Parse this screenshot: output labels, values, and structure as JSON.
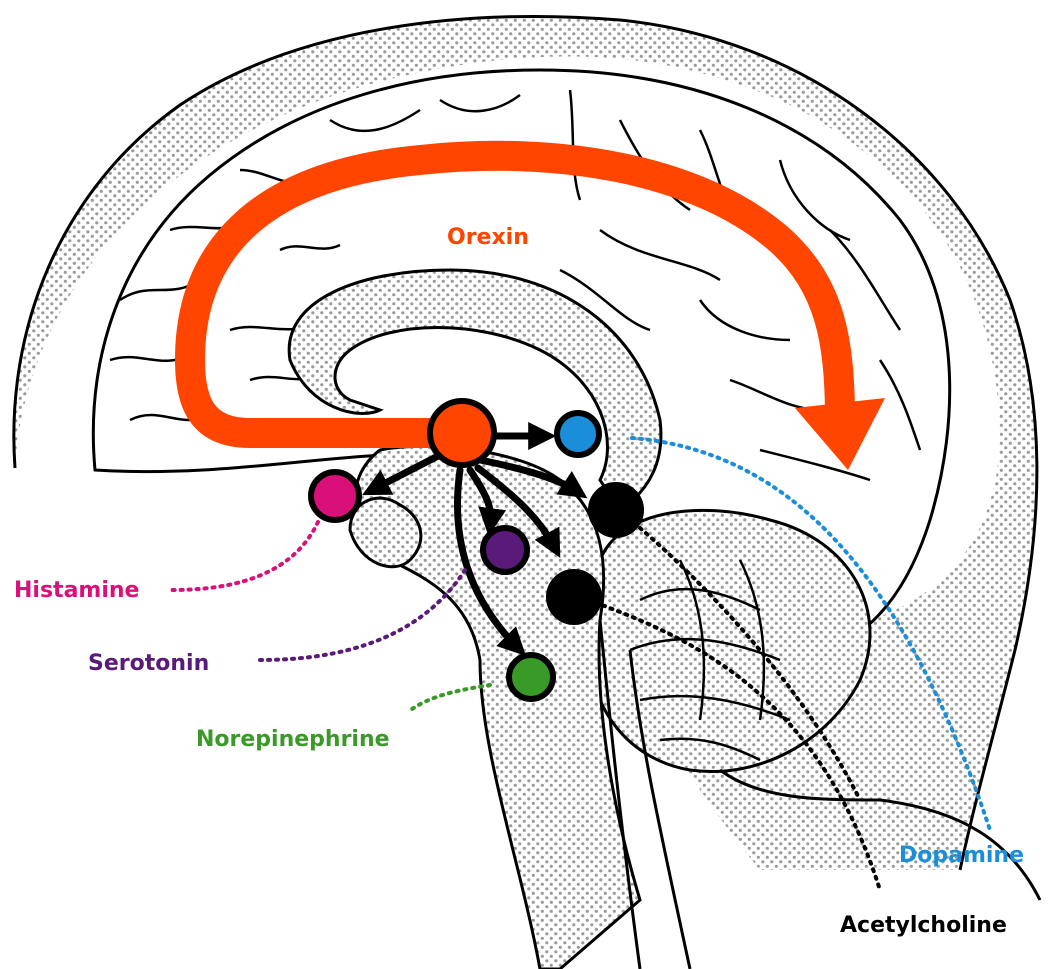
{
  "labels": {
    "orexin": "Orexin",
    "histamine": "Histamine",
    "serotonin": "Serotonin",
    "norepinephrine": "Norepinephrine",
    "dopamine": "Dopamine",
    "acetylcholine": "Acetylcholine"
  },
  "colors": {
    "orexin": "#ff4500",
    "histamine": "#d9107a",
    "serotonin": "#5a1a7a",
    "norepinephrine": "#3a9a28",
    "dopamine": "#1a8ed8",
    "acetylcholine": "#000000"
  },
  "icons": {
    "stipple": "dotted-fill-pattern"
  }
}
